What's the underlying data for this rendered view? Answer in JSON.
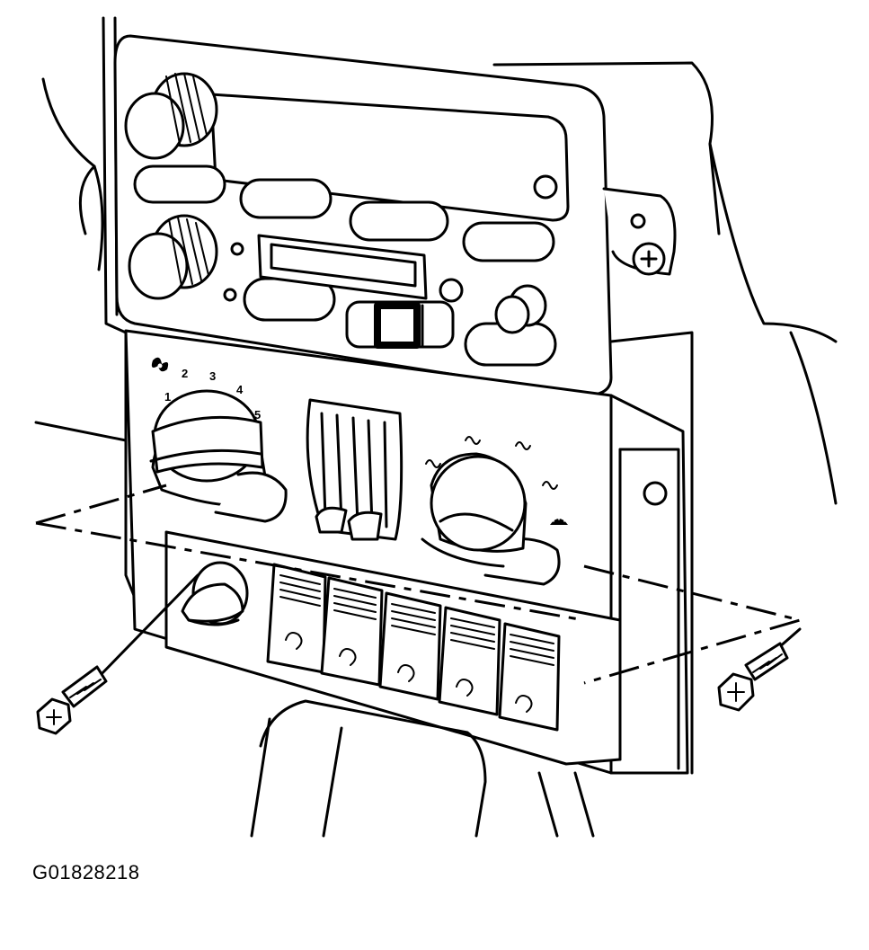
{
  "figure": {
    "id": "G01828218"
  },
  "fan_scale": {
    "icon": "fan-icon",
    "marks": [
      "1",
      "2",
      "3",
      "4",
      "5"
    ]
  },
  "temp_scale": {
    "icon": "defrost-icon"
  },
  "parts": {
    "left_screw_icon": "screw-icon",
    "right_screw_icon": "screw-icon"
  }
}
